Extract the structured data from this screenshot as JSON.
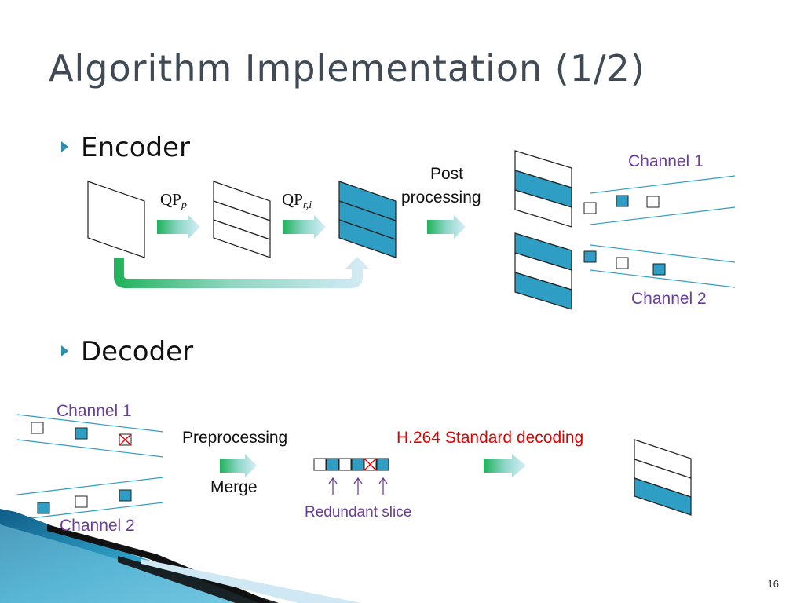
{
  "title": "Algorithm Implementation (1/2)",
  "bullets": {
    "encoder": "Encoder",
    "decoder": "Decoder"
  },
  "encoder": {
    "qp1": {
      "base": "QP",
      "sub": "p"
    },
    "qp2": {
      "base": "QP",
      "sub": "r,i"
    },
    "post_line1": "Post",
    "post_line2": "processing",
    "channel1": "Channel 1",
    "channel2": "Channel 2"
  },
  "decoder": {
    "channel1": "Channel 1",
    "channel2": "Channel 2",
    "preprocessing": "Preprocessing",
    "merge": "Merge",
    "standard": "H.264 Standard decoding",
    "redundant": "Redundant slice"
  },
  "page_number": "16",
  "colors": {
    "teal": "#2e9ec4",
    "purple": "#6a3d9a",
    "red": "#e00000",
    "green": "#22b060"
  }
}
